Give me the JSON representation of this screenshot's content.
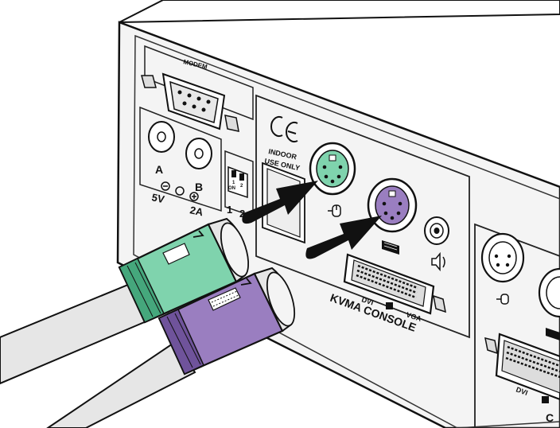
{
  "labels": {
    "modem": "MODEM",
    "port_a": "A",
    "port_b": "B",
    "power_voltage": "5V",
    "power_current": "2A",
    "dip_on": "ON",
    "dip_switch_1": "1",
    "dip_switch_2": "2",
    "dip_num_1": "1",
    "dip_num_2": "2",
    "indoor_1": "INDOOR",
    "indoor_2": "USE ONLY",
    "dvi": "DVI",
    "vga": "VGA",
    "kvma_console": "KVMA CONSOLE",
    "dvi_right": "DVI",
    "c_partial": "C"
  },
  "colors": {
    "green_connector": "#7fd3ad",
    "green_dark": "#45a77c",
    "purple_connector": "#9a7ec0",
    "purple_dark": "#6f539b",
    "panel": "#f4f4f4",
    "cable": "#e6e6e6",
    "arrow": "#111111"
  },
  "icons": [
    "ce-mark-icon",
    "mouse-icon",
    "keyboard-icon",
    "speaker-icon"
  ]
}
